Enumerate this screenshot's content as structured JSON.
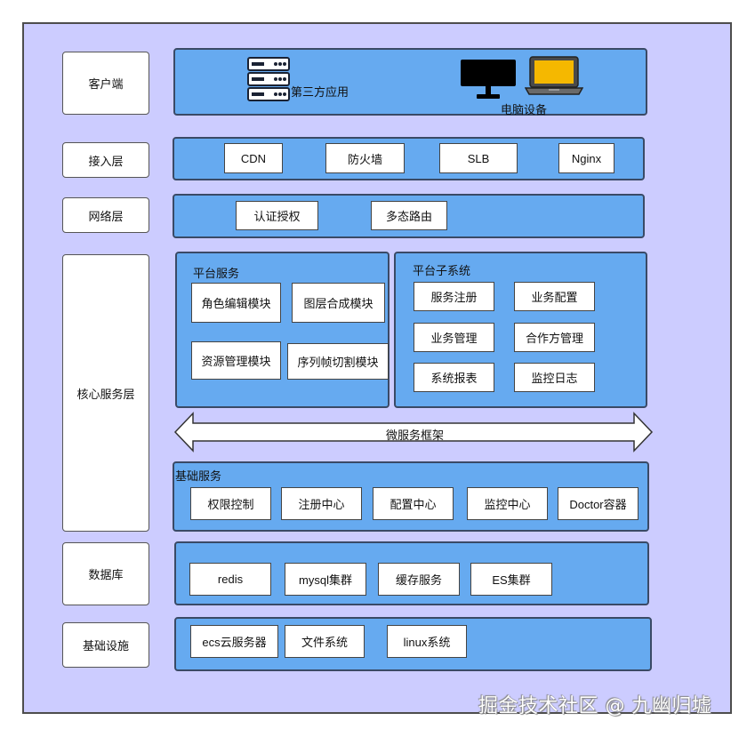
{
  "layers": {
    "client": "客户端",
    "access": "接入层",
    "network": "网络层",
    "core": "核心服务层",
    "database": "数据库",
    "infra": "基础设施"
  },
  "client": {
    "third_party_app": "第三方应用",
    "pc_device": "电脑设备"
  },
  "access": {
    "items": [
      "CDN",
      "防火墙",
      "SLB",
      "Nginx"
    ]
  },
  "network": {
    "items": [
      "认证授权",
      "多态路由"
    ]
  },
  "core": {
    "platform_service": {
      "title": "平台服务",
      "items": [
        "角色编辑模块",
        "图层合成模块",
        "资源管理模块",
        "序列帧切割模块"
      ]
    },
    "platform_subsystem": {
      "title": "平台子系统",
      "items": [
        "服务注册",
        "业务配置",
        "业务管理",
        "合作方管理",
        "系统报表",
        "监控日志"
      ]
    },
    "microservice_framework": "微服务框架",
    "base_service": {
      "title": "基础服务",
      "items": [
        "权限控制",
        "注册中心",
        "配置中心",
        "监控中心",
        "Doctor容器"
      ]
    }
  },
  "database": {
    "items": [
      "redis",
      "mysql集群",
      "缓存服务",
      "ES集群"
    ]
  },
  "infra": {
    "items": [
      "ecs云服务器",
      "文件系统",
      "linux系统"
    ]
  },
  "watermark": "掘金技术社区 @ 九幽归墟",
  "colors": {
    "background": "#ccccff",
    "panel": "#66aaf0",
    "panel_border": "#3a4a66",
    "laptop_screen": "#f5b800"
  }
}
